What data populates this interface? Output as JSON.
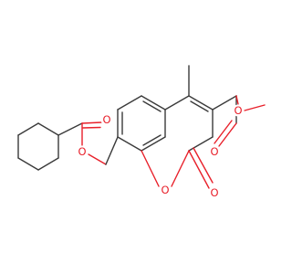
{
  "molecule": {
    "atom_labels": {
      "ester_carbonyl_o": "O",
      "ester_link_o": "O",
      "ring_o": "O",
      "lactone_carbonyl_o": "O",
      "methyl_ester_carbonyl_o": "O",
      "methyl_ester_link_o": "O"
    },
    "colors": {
      "bond": "#3a3a3a",
      "oxygen": "#e8202a",
      "background": "#ffffff"
    }
  }
}
